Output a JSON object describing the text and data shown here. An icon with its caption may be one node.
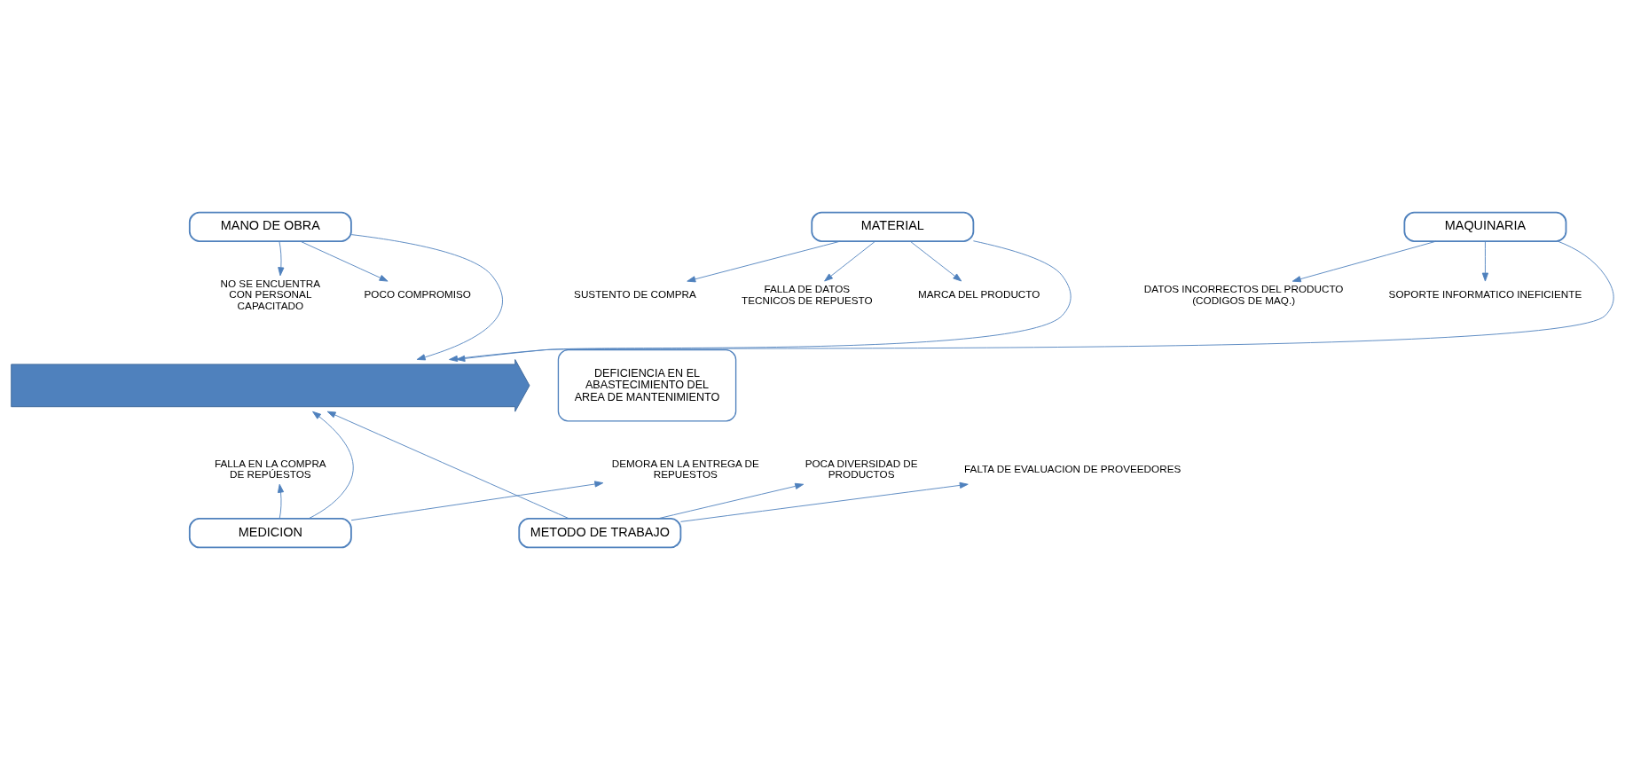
{
  "diagram": {
    "nodes": [
      {
        "text": [
          "MANO DE OBRA"
        ]
      },
      {
        "text": [
          "MATERIAL"
        ]
      },
      {
        "text": [
          "MAQUINARIA"
        ]
      },
      {
        "text": [
          "NO SE ENCUENTRA CON PERSONAL CAPACITADO"
        ]
      },
      {
        "text": [
          "POCO COMPROMISO"
        ]
      },
      {
        "text": [
          "SUSTENTO DE COMPRA"
        ]
      },
      {
        "text": [
          "FALLA DE DATOS TECNICOS DE REPUESTO"
        ]
      },
      {
        "text": [
          "MARCA DEL PRODUCTO"
        ]
      },
      {
        "text": [
          "DATOS INCORRECTOS DEL PRODUCTO (CODIGOS DE MAQ.)"
        ]
      },
      {
        "text": [
          "SOPORTE INFORMATICO INEFICIENTE"
        ]
      },
      {
        "text": [],
        "shape": "arrow"
      },
      {
        "text": [
          "DEFICIENCIA EN EL ABASTECIMIENTO DEL AREA DE MANTENIMIENTO"
        ]
      },
      {
        "text": [
          "FALLA EN LA COMPRA DE REPÚESTOS"
        ]
      },
      {
        "text": [
          "DEMORA EN LA ENTREGA DE REPUESTOS"
        ]
      },
      {
        "text": [
          "POCA DIVERSIDAD DE PRODUCTOS"
        ]
      },
      {
        "text": [
          "FALTA DE EVALUACION DE PROVEEDORES"
        ]
      },
      {
        "text": [
          "MEDICION"
        ]
      },
      {
        "text": [
          "METODO DE TRABAJO"
        ]
      }
    ],
    "edges": [
      {
        "from": 0,
        "to": 10,
        "arrow": "to"
      },
      {
        "from": 0,
        "to": 3,
        "arrow": "to"
      },
      {
        "from": 0,
        "to": 4,
        "arrow": "to"
      },
      {
        "from": 1,
        "to": 10,
        "arrow": "to"
      },
      {
        "from": 1,
        "to": 5,
        "arrow": "to"
      },
      {
        "from": 1,
        "to": 6,
        "arrow": "to"
      },
      {
        "from": 1,
        "to": 7,
        "arrow": "to"
      },
      {
        "from": 2,
        "to": 10,
        "arrow": "to"
      },
      {
        "from": 2,
        "to": 8,
        "arrow": "to"
      },
      {
        "from": 2,
        "to": 9,
        "arrow": "to"
      },
      {
        "from": 16,
        "to": 10,
        "arrow": "to"
      },
      {
        "from": 16,
        "to": 12,
        "arrow": "to"
      },
      {
        "from": 16,
        "to": 13,
        "arrow": "to"
      },
      {
        "from": 17,
        "to": 10,
        "arrow": "to"
      },
      {
        "from": 17,
        "to": 14,
        "arrow": "to"
      },
      {
        "from": 17,
        "to": 15,
        "arrow": "to"
      }
    ]
  }
}
